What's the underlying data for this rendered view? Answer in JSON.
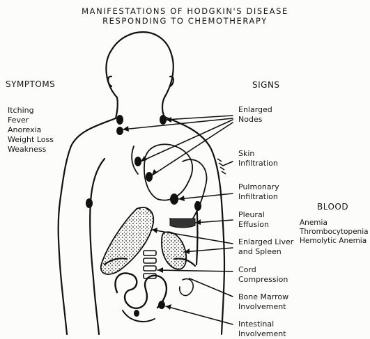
{
  "title": {
    "line1": "MANIFESTATIONS OF HODGKIN'S DISEASE",
    "line2": "RESPONDING TO CHEMOTHERAPY"
  },
  "symptoms": {
    "heading": "SYMPTOMS",
    "items": [
      "Itching",
      "Fever",
      "Anorexia",
      "Weight Loss",
      "Weakness"
    ]
  },
  "signs": {
    "heading": "SIGNS",
    "items": [
      {
        "line1": "Enlarged",
        "line2": "Nodes"
      },
      {
        "line1": "Skin",
        "line2": "Infiltration"
      },
      {
        "line1": "Pulmonary",
        "line2": "Infiltration"
      },
      {
        "line1": "Pleural",
        "line2": "Effusion"
      },
      {
        "line1": "Enlarged Liver",
        "line2": "and Spleen"
      },
      {
        "line1": "Cord",
        "line2": "Compression"
      },
      {
        "line1": "Bone Marrow",
        "line2": "Involvement"
      },
      {
        "line1": "Intestinal",
        "line2": "Involvement"
      }
    ]
  },
  "blood": {
    "heading": "BLOOD",
    "items": [
      "Anemia",
      "Thrombocytopenia",
      "Hemolytic Anemia"
    ]
  }
}
